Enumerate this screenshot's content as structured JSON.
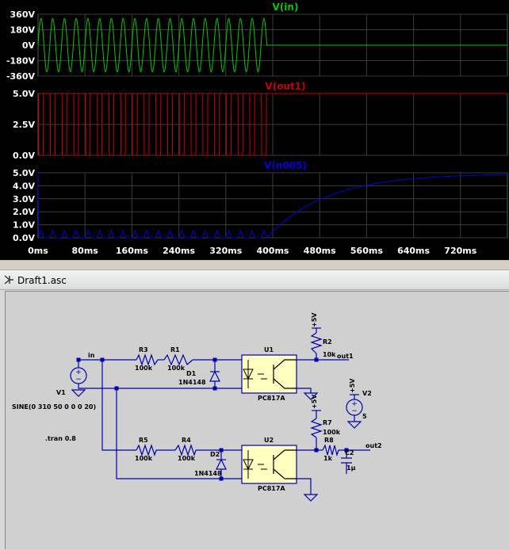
{
  "colors": {
    "plot_bg": "#000000",
    "grid": "#3c3c3c",
    "vin": "#00c800",
    "vout1": "#c80000",
    "vn005": "#0000dc",
    "wire": "#0000aa",
    "opto_fill": "#ffffc0"
  },
  "plot": {
    "panes": [
      {
        "title": "V(in)",
        "ticks": [
          "360V",
          "180V",
          "0V",
          "-180V",
          "-360V"
        ]
      },
      {
        "title": "V(out1)",
        "ticks": [
          "5.0V",
          "2.5V",
          "0.0V"
        ]
      },
      {
        "title": "V(n005)",
        "ticks": [
          "5.0V",
          "4.0V",
          "3.0V",
          "2.0V",
          "1.0V",
          "0.0V"
        ]
      }
    ],
    "x_ticks": [
      "0ms",
      "80ms",
      "160ms",
      "240ms",
      "320ms",
      "400ms",
      "480ms",
      "560ms",
      "640ms",
      "720ms"
    ]
  },
  "chart_data": [
    {
      "type": "line",
      "title": "V(in)",
      "x_unit": "ms",
      "x_range": [
        0,
        800
      ],
      "ylim": [
        -360,
        360
      ],
      "series": [
        {
          "name": "V(in)",
          "waveform": "sine",
          "amplitude_V": 310,
          "frequency_Hz": 50,
          "on_until_ms": 390,
          "after_V": 0
        }
      ]
    },
    {
      "type": "line",
      "title": "V(out1)",
      "x_unit": "ms",
      "x_range": [
        0,
        800
      ],
      "ylim": [
        0,
        5
      ],
      "series": [
        {
          "name": "V(out1)",
          "waveform": "square",
          "high_V": 5,
          "low_V": 0,
          "frequency_Hz": 50,
          "on_until_ms": 390,
          "after_V": 5
        }
      ]
    },
    {
      "type": "line",
      "title": "V(n005)",
      "x_unit": "ms",
      "x_range": [
        0,
        800
      ],
      "ylim": [
        0,
        5
      ],
      "series": [
        {
          "name": "V(n005)",
          "ripple_peak_V": 0.55,
          "rise_start_ms": 390,
          "final_V": 4.95,
          "time_constant_ms": 100
        }
      ]
    }
  ],
  "tab": {
    "title": "Draft1.asc",
    "icon": "ltspice-icon"
  },
  "schematic": {
    "nets": {
      "in": "in",
      "out1": "out1",
      "out2": "out2"
    },
    "sources": {
      "v1": {
        "name": "V1",
        "value": "SINE(0 310 50 0 0 0 20)"
      },
      "v2": {
        "name": "V2",
        "value": "5",
        "supply": "+5V"
      }
    },
    "directive": ".tran 0.8",
    "r3": {
      "name": "R3",
      "value": "100k"
    },
    "r1": {
      "name": "R1",
      "value": "100k"
    },
    "r2": {
      "name": "R2",
      "value": "10k",
      "supply": "+5V"
    },
    "r5": {
      "name": "R5",
      "value": "100k"
    },
    "r4": {
      "name": "R4",
      "value": "100k"
    },
    "r7": {
      "name": "R7",
      "value": "100k",
      "supply": "+5V"
    },
    "r8": {
      "name": "R8",
      "value": "1k"
    },
    "c2": {
      "name": "C2",
      "value": "1µ"
    },
    "d1": {
      "name": "D1",
      "value": "1N4148"
    },
    "d2": {
      "name": "D2",
      "value": "1N4148"
    },
    "u1": {
      "name": "U1",
      "value": "PC817A"
    },
    "u2": {
      "name": "U2",
      "value": "PC817A"
    }
  }
}
